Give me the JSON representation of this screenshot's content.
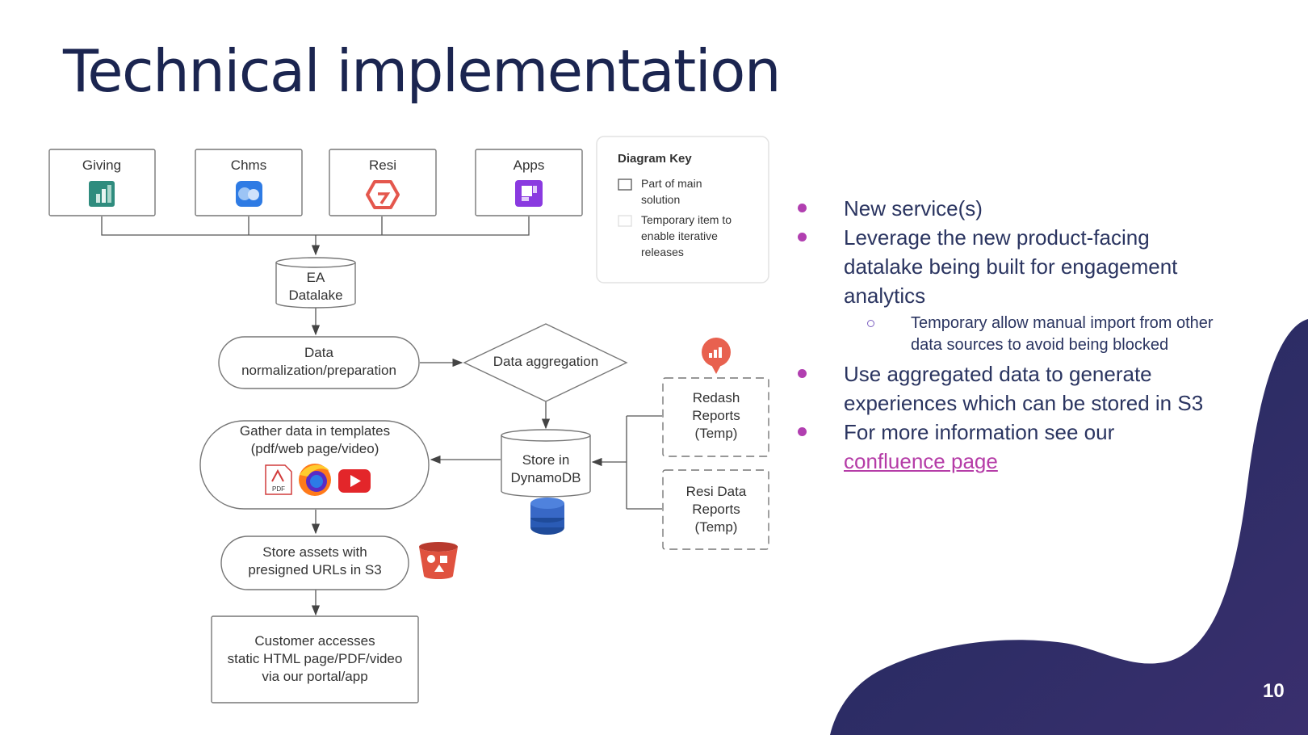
{
  "slide": {
    "title": "Technical implementation",
    "page_number": "10",
    "colors": {
      "title": "#1b2550",
      "bullet": "#b13fb0",
      "link": "#b53ca7",
      "wave": "#272a63"
    }
  },
  "diagram": {
    "sources": [
      "Giving",
      "Chms",
      "Resi",
      "Apps"
    ],
    "key": {
      "title": "Diagram Key",
      "item1": [
        "Part of main",
        "solution"
      ],
      "item2": [
        "Temporary item to",
        "enable iterative",
        "releases"
      ]
    },
    "datalake": [
      "EA",
      "Datalake"
    ],
    "normalize": [
      "Data",
      "normalization/preparation"
    ],
    "aggregate": "Data aggregation",
    "dynamo": [
      "Store in",
      "DynamoDB"
    ],
    "redash": [
      "Redash",
      "Reports",
      "(Temp)"
    ],
    "resi_reports": [
      "Resi Data",
      "Reports",
      "(Temp)"
    ],
    "templates": [
      "Gather data in templates",
      "(pdf/web page/video)"
    ],
    "pdf_icon_label": "PDF",
    "store": [
      "Store assets with",
      "presigned URLs in S3"
    ],
    "customer": [
      "Customer accesses",
      "static HTML page/PDF/video",
      "via our portal/app"
    ]
  },
  "bullets": [
    {
      "text": "New service(s)"
    },
    {
      "text": "Leverage the new product-facing datalake being built for engagement analytics"
    },
    {
      "text": "Temporary allow manual import from other data sources to avoid being blocked"
    },
    {
      "text": "Use aggregated data to generate experiences which can be stored in S3"
    },
    {
      "text": "For more information see our",
      "link": "confluence page"
    }
  ]
}
